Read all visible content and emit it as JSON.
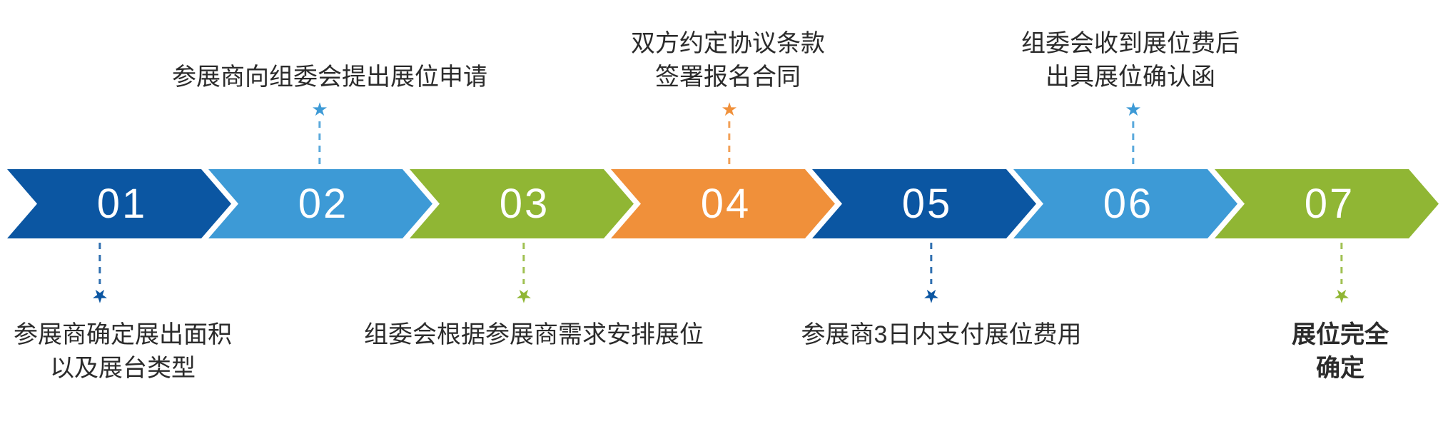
{
  "diagram": {
    "type": "process-flow",
    "orientation": "horizontal",
    "marker_glyph": "★",
    "steps": [
      {
        "number": "01",
        "color": "#0b56a2",
        "label": "参展商确定展出面积\n以及展台类型",
        "label_position": "below",
        "label_style": "normal"
      },
      {
        "number": "02",
        "color": "#3d9ad6",
        "label": "参展商向组委会提出展位申请",
        "label_position": "above",
        "label_style": "normal"
      },
      {
        "number": "03",
        "color": "#90b634",
        "label": "组委会根据参展商需求安排展位",
        "label_position": "below",
        "label_style": "normal"
      },
      {
        "number": "04",
        "color": "#f0903a",
        "label": "双方约定协议条款\n签署报名合同",
        "label_position": "above",
        "label_style": "normal"
      },
      {
        "number": "05",
        "color": "#0b56a2",
        "label": "参展商3日内支付展位费用",
        "label_position": "below",
        "label_style": "normal"
      },
      {
        "number": "06",
        "color": "#3d9ad6",
        "label": "组委会收到展位费后\n出具展位确认函",
        "label_position": "above",
        "label_style": "normal"
      },
      {
        "number": "07",
        "color": "#90b634",
        "label": "展位完全确定",
        "label_position": "below",
        "label_style": "bold"
      }
    ],
    "colors": {
      "dark_blue": "#0b56a2",
      "light_blue": "#3d9ad6",
      "green": "#90b634",
      "orange": "#f0903a",
      "label_text": "#2b2b2b",
      "number_text": "#ffffff"
    }
  }
}
